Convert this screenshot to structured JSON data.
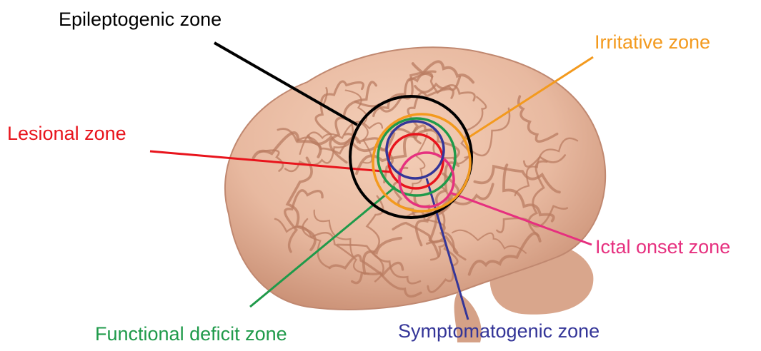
{
  "labels": {
    "epileptogenic": "Epileptogenic zone",
    "irritative": "Irritative zone",
    "lesional": "Lesional zone",
    "ictal_onset": "Ictal onset zone",
    "functional_deficit": "Functional deficit zone",
    "symptomatogenic": "Symptomatogenic zone"
  },
  "colors": {
    "epileptogenic": "#000000",
    "irritative": "#f39a1e",
    "lesional": "#e8141c",
    "ictal_onset": "#e6307f",
    "functional_deficit": "#1f9a4a",
    "symptomatogenic": "#343598",
    "brain_fill": "#e8b9a0",
    "brain_shadow": "#c98f74",
    "sulcus": "#b97c62"
  },
  "illustration": "brain-lateral-view"
}
